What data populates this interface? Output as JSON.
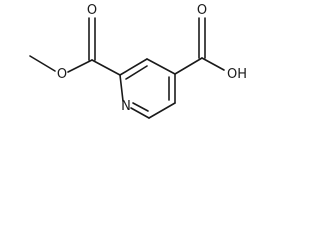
{
  "molecule": {
    "atoms": {
      "ring_nitrogen": "N",
      "ester_carbonyl_oxygen": "O",
      "ester_ether_oxygen": "O",
      "acid_carbonyl_oxygen": "O",
      "acid_hydroxyl": "OH"
    }
  }
}
